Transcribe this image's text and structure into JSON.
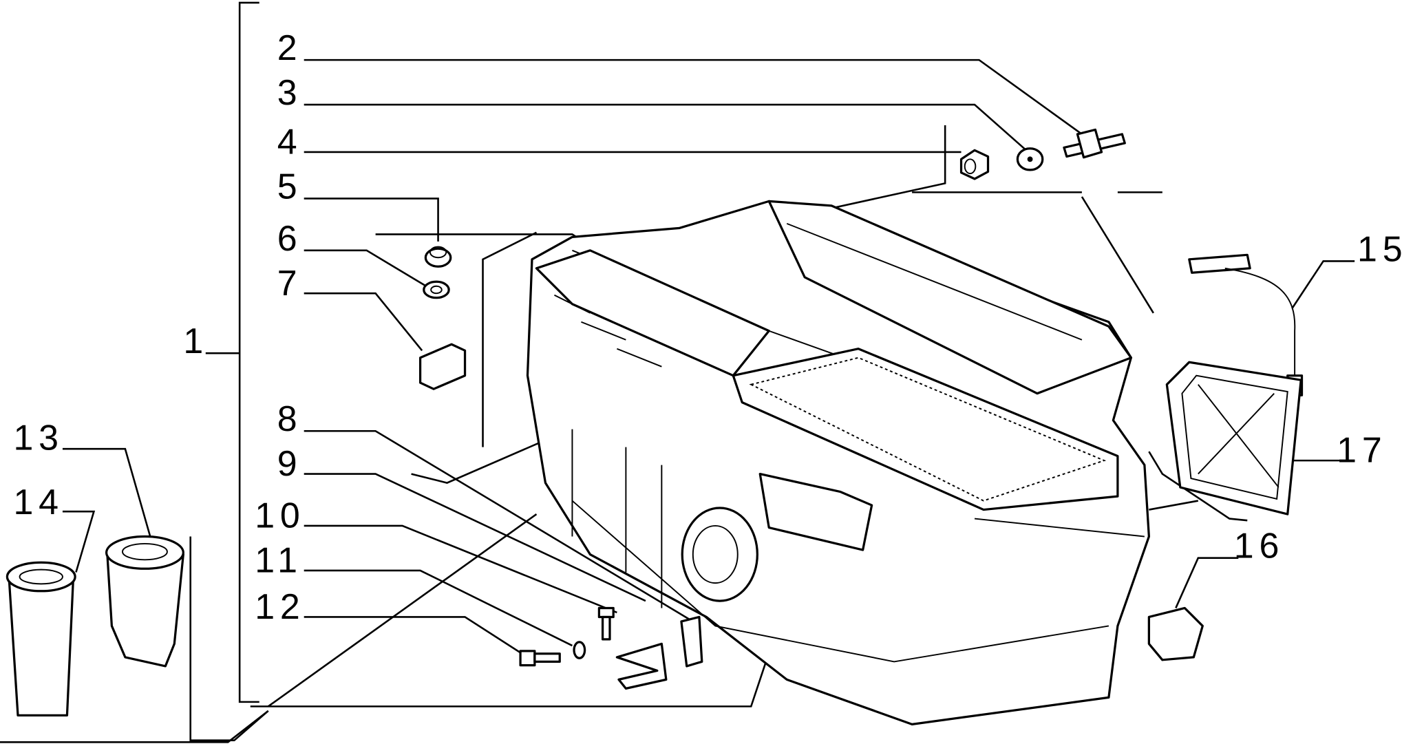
{
  "title": "Heater / air distribution unit exploded parts diagram",
  "callouts": [
    {
      "id": "1",
      "label": "1"
    },
    {
      "id": "2",
      "label": "2"
    },
    {
      "id": "3",
      "label": "3"
    },
    {
      "id": "4",
      "label": "4"
    },
    {
      "id": "5",
      "label": "5"
    },
    {
      "id": "6",
      "label": "6"
    },
    {
      "id": "7",
      "label": "7"
    },
    {
      "id": "8",
      "label": "8"
    },
    {
      "id": "9",
      "label": "9"
    },
    {
      "id": "10",
      "label": "10"
    },
    {
      "id": "11",
      "label": "11"
    },
    {
      "id": "12",
      "label": "12"
    },
    {
      "id": "13",
      "label": "13"
    },
    {
      "id": "14",
      "label": "14"
    },
    {
      "id": "15",
      "label": "15"
    },
    {
      "id": "16",
      "label": "16"
    },
    {
      "id": "17",
      "label": "17"
    }
  ]
}
